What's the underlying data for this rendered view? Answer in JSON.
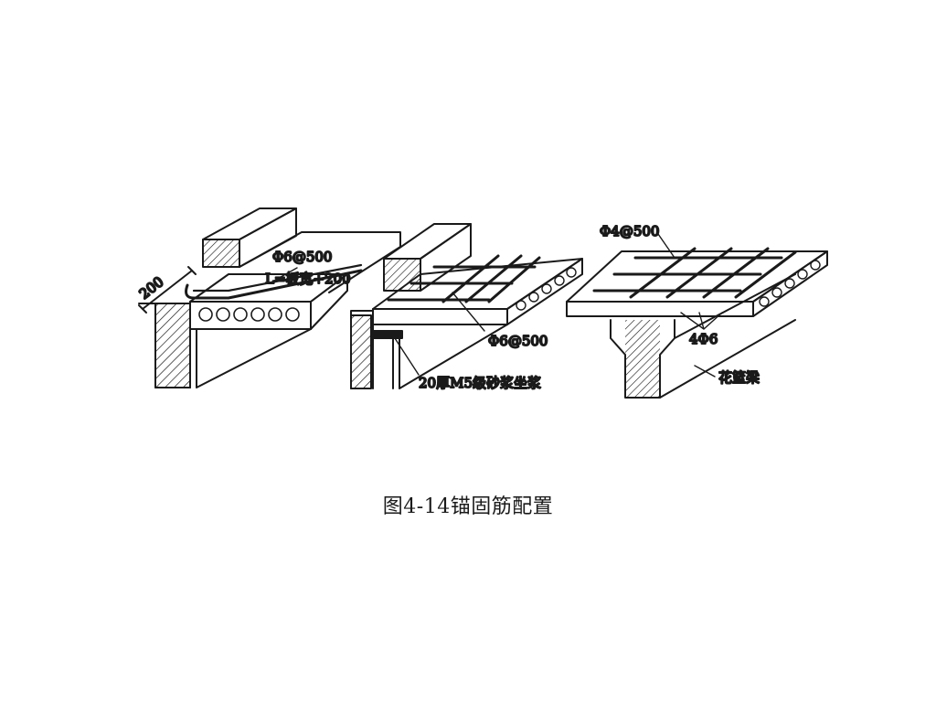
{
  "figure": {
    "labels": {
      "left_rebar_spec": "Φ6@500",
      "left_rebar_length": "L=板宽+200",
      "left_dimension": "200",
      "middle_rebar_spec": "Φ6@500",
      "middle_mortar": "20厚M5级砂浆坐浆",
      "right_top_rebar_spec": "Φ4@500",
      "right_bottom_rebar": "4Φ6",
      "right_beam": "花篮梁"
    },
    "caption": "图4-14锚固筋配置"
  }
}
